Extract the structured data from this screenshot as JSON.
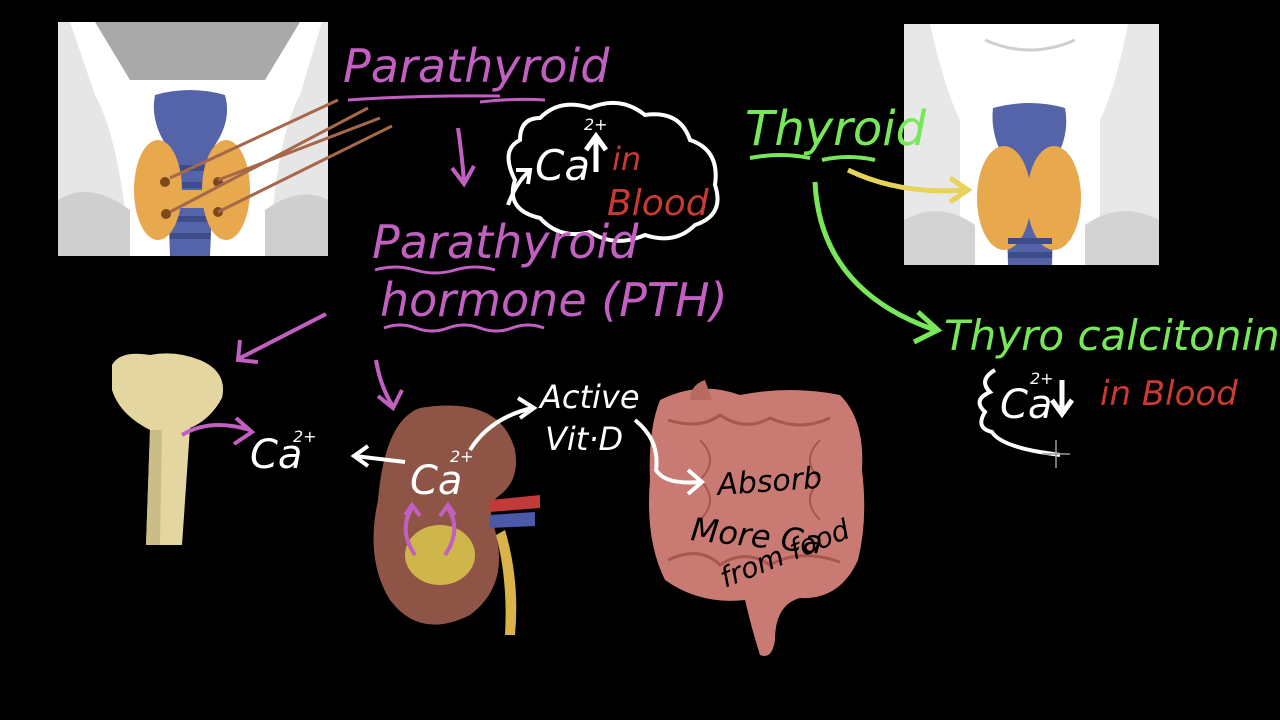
{
  "colors": {
    "background": "#000000",
    "parathyroid_ink": "#c160c1",
    "thyroid_ink": "#78e85a",
    "white_ink": "#ffffff",
    "red_ink": "#c93a33",
    "yellow_arrow": "#e7d35a",
    "brown_lines": "#a6684a",
    "thyroid_tissue": "#e7a84e",
    "trachea": "#5564a8",
    "bone": "#e4d6a0",
    "kidney": "#8e5547",
    "intestine": "#c97a72",
    "neck_skin": "#d9d9d9"
  },
  "icons": {
    "neck_left": "neck-parathyroid-illustration",
    "neck_right": "neck-thyroid-illustration",
    "bone": "bone-illustration",
    "kidney": "kidney-illustration",
    "intestine": "intestine-illustration",
    "cursor": "crosshair-cursor-icon"
  },
  "labels": {
    "parathyroid": "Parathyroid",
    "cloud_ca": "Ca",
    "cloud_ca_charge": "2+",
    "cloud_in": "in",
    "cloud_blood": "Blood",
    "pth_line1": "Parathyroid",
    "pth_line2": "hormone (PTH)",
    "bone_ca": "Ca",
    "bone_ca_charge": "2+",
    "kidney_ca": "Ca",
    "kidney_ca_charge": "2+",
    "active_line1": "Active",
    "active_line2": "Vit·D",
    "absorb_line1": "Absorb",
    "absorb_line2": "More Ca",
    "absorb_line3": "from food",
    "thyroid": "Thyroid",
    "thyrocalcitonin": "Thyro calcitonin",
    "ca_down": "Ca",
    "ca_down_charge": "2+",
    "ca_down_blood": "in Blood"
  }
}
